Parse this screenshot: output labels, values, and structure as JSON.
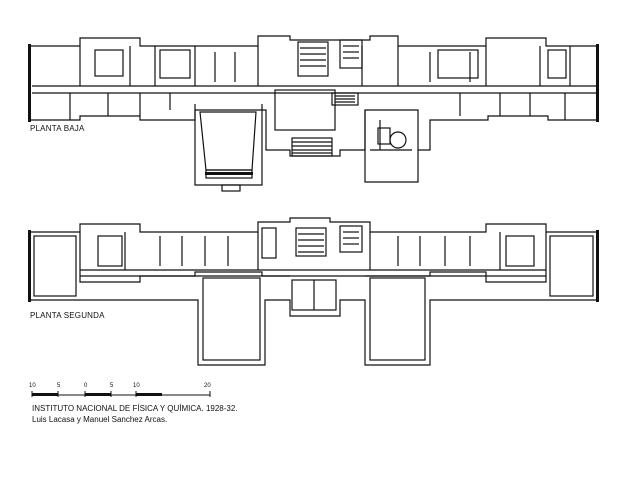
{
  "plans": {
    "ground": {
      "label": "PLANTA BAJA"
    },
    "second": {
      "label": "PLANTA SEGUNDA"
    }
  },
  "scale": {
    "ticks": [
      "10",
      "5",
      "0",
      "5",
      "10",
      "20"
    ]
  },
  "caption": {
    "title": "INSTITUTO NACIONAL DE FÍSICA Y QUÍMICA. 1928-32.",
    "architects": "Luis Lacasa y Manuel Sanchez Arcas."
  },
  "colors": {
    "ink": "#111111",
    "paper": "#ffffff"
  }
}
